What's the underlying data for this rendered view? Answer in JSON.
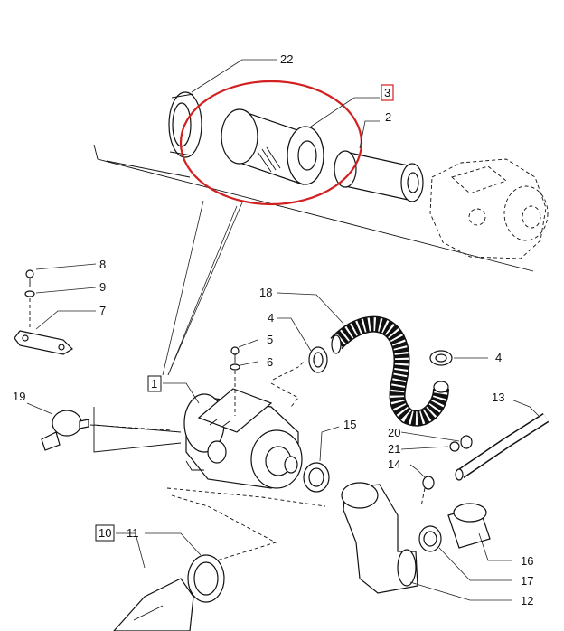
{
  "labels": {
    "p1": "1",
    "p2": "2",
    "p3": "3",
    "p4a": "4",
    "p4b": "4",
    "p5": "5",
    "p6": "6",
    "p7": "7",
    "p8": "8",
    "p9": "9",
    "p10": "10",
    "p11": "11",
    "p12": "12",
    "p13": "13",
    "p14": "14",
    "p15": "15",
    "p16": "16",
    "p17": "17",
    "p18": "18",
    "p19": "19",
    "p20": "20",
    "p21": "21",
    "p22": "22"
  },
  "highlight": {
    "part": "3",
    "color": "#d21f1f"
  }
}
